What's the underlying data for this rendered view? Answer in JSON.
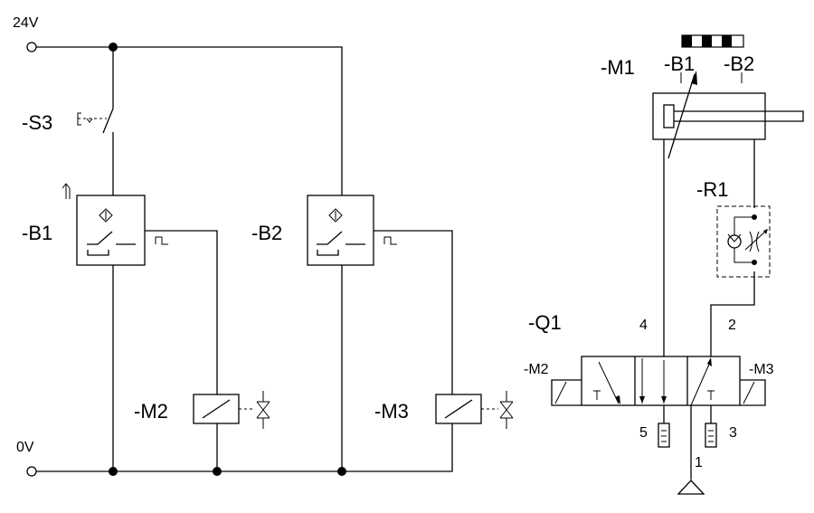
{
  "supply": {
    "positive_label": "24V",
    "zero_label": "0V"
  },
  "electrical": {
    "switch": {
      "label": "-S3"
    },
    "sensors": [
      {
        "label": "-B1"
      },
      {
        "label": "-B2"
      }
    ],
    "solenoids": [
      {
        "label": "-M2"
      },
      {
        "label": "-M3"
      }
    ]
  },
  "pneumatic": {
    "cylinder": {
      "label": "-M1",
      "sensor_labels": [
        "-B1",
        "-B2"
      ]
    },
    "flow_valve": {
      "label": "-R1"
    },
    "valve": {
      "label": "-Q1",
      "left_coil_label": "-M2",
      "right_coil_label": "-M3",
      "ports": {
        "p4": "4",
        "p2": "2",
        "p5": "5",
        "p3": "3",
        "p1": "1"
      }
    }
  }
}
